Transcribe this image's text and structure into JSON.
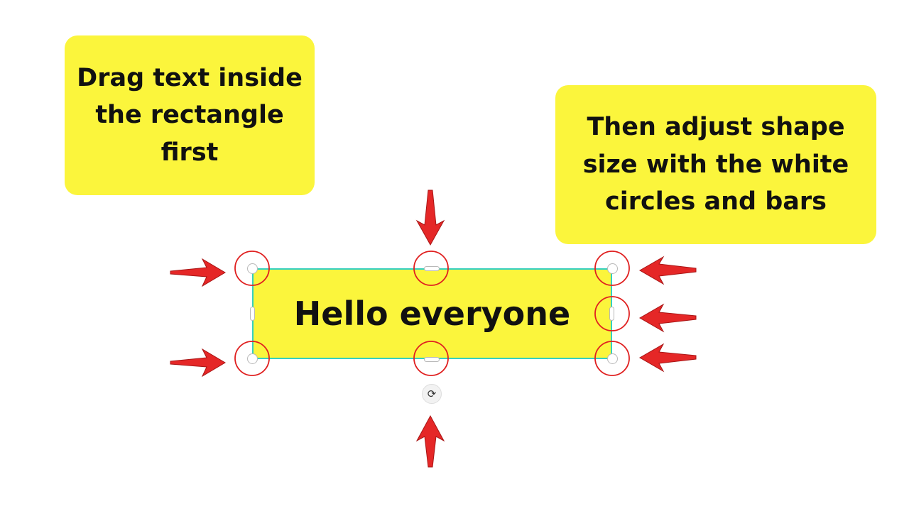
{
  "notes": {
    "left": "Drag text inside the rectangle first",
    "right": "Then adjust shape size with the white circles and bars"
  },
  "shape": {
    "text": "Hello everyone",
    "fill_color": "#fbf53c",
    "outline_color": "#35d0c0"
  },
  "rotate_handle": {
    "icon": "rotate-icon",
    "glyph": "⟳"
  },
  "annotation_colors": {
    "circle": "#e02020",
    "arrow": "#e52727"
  }
}
